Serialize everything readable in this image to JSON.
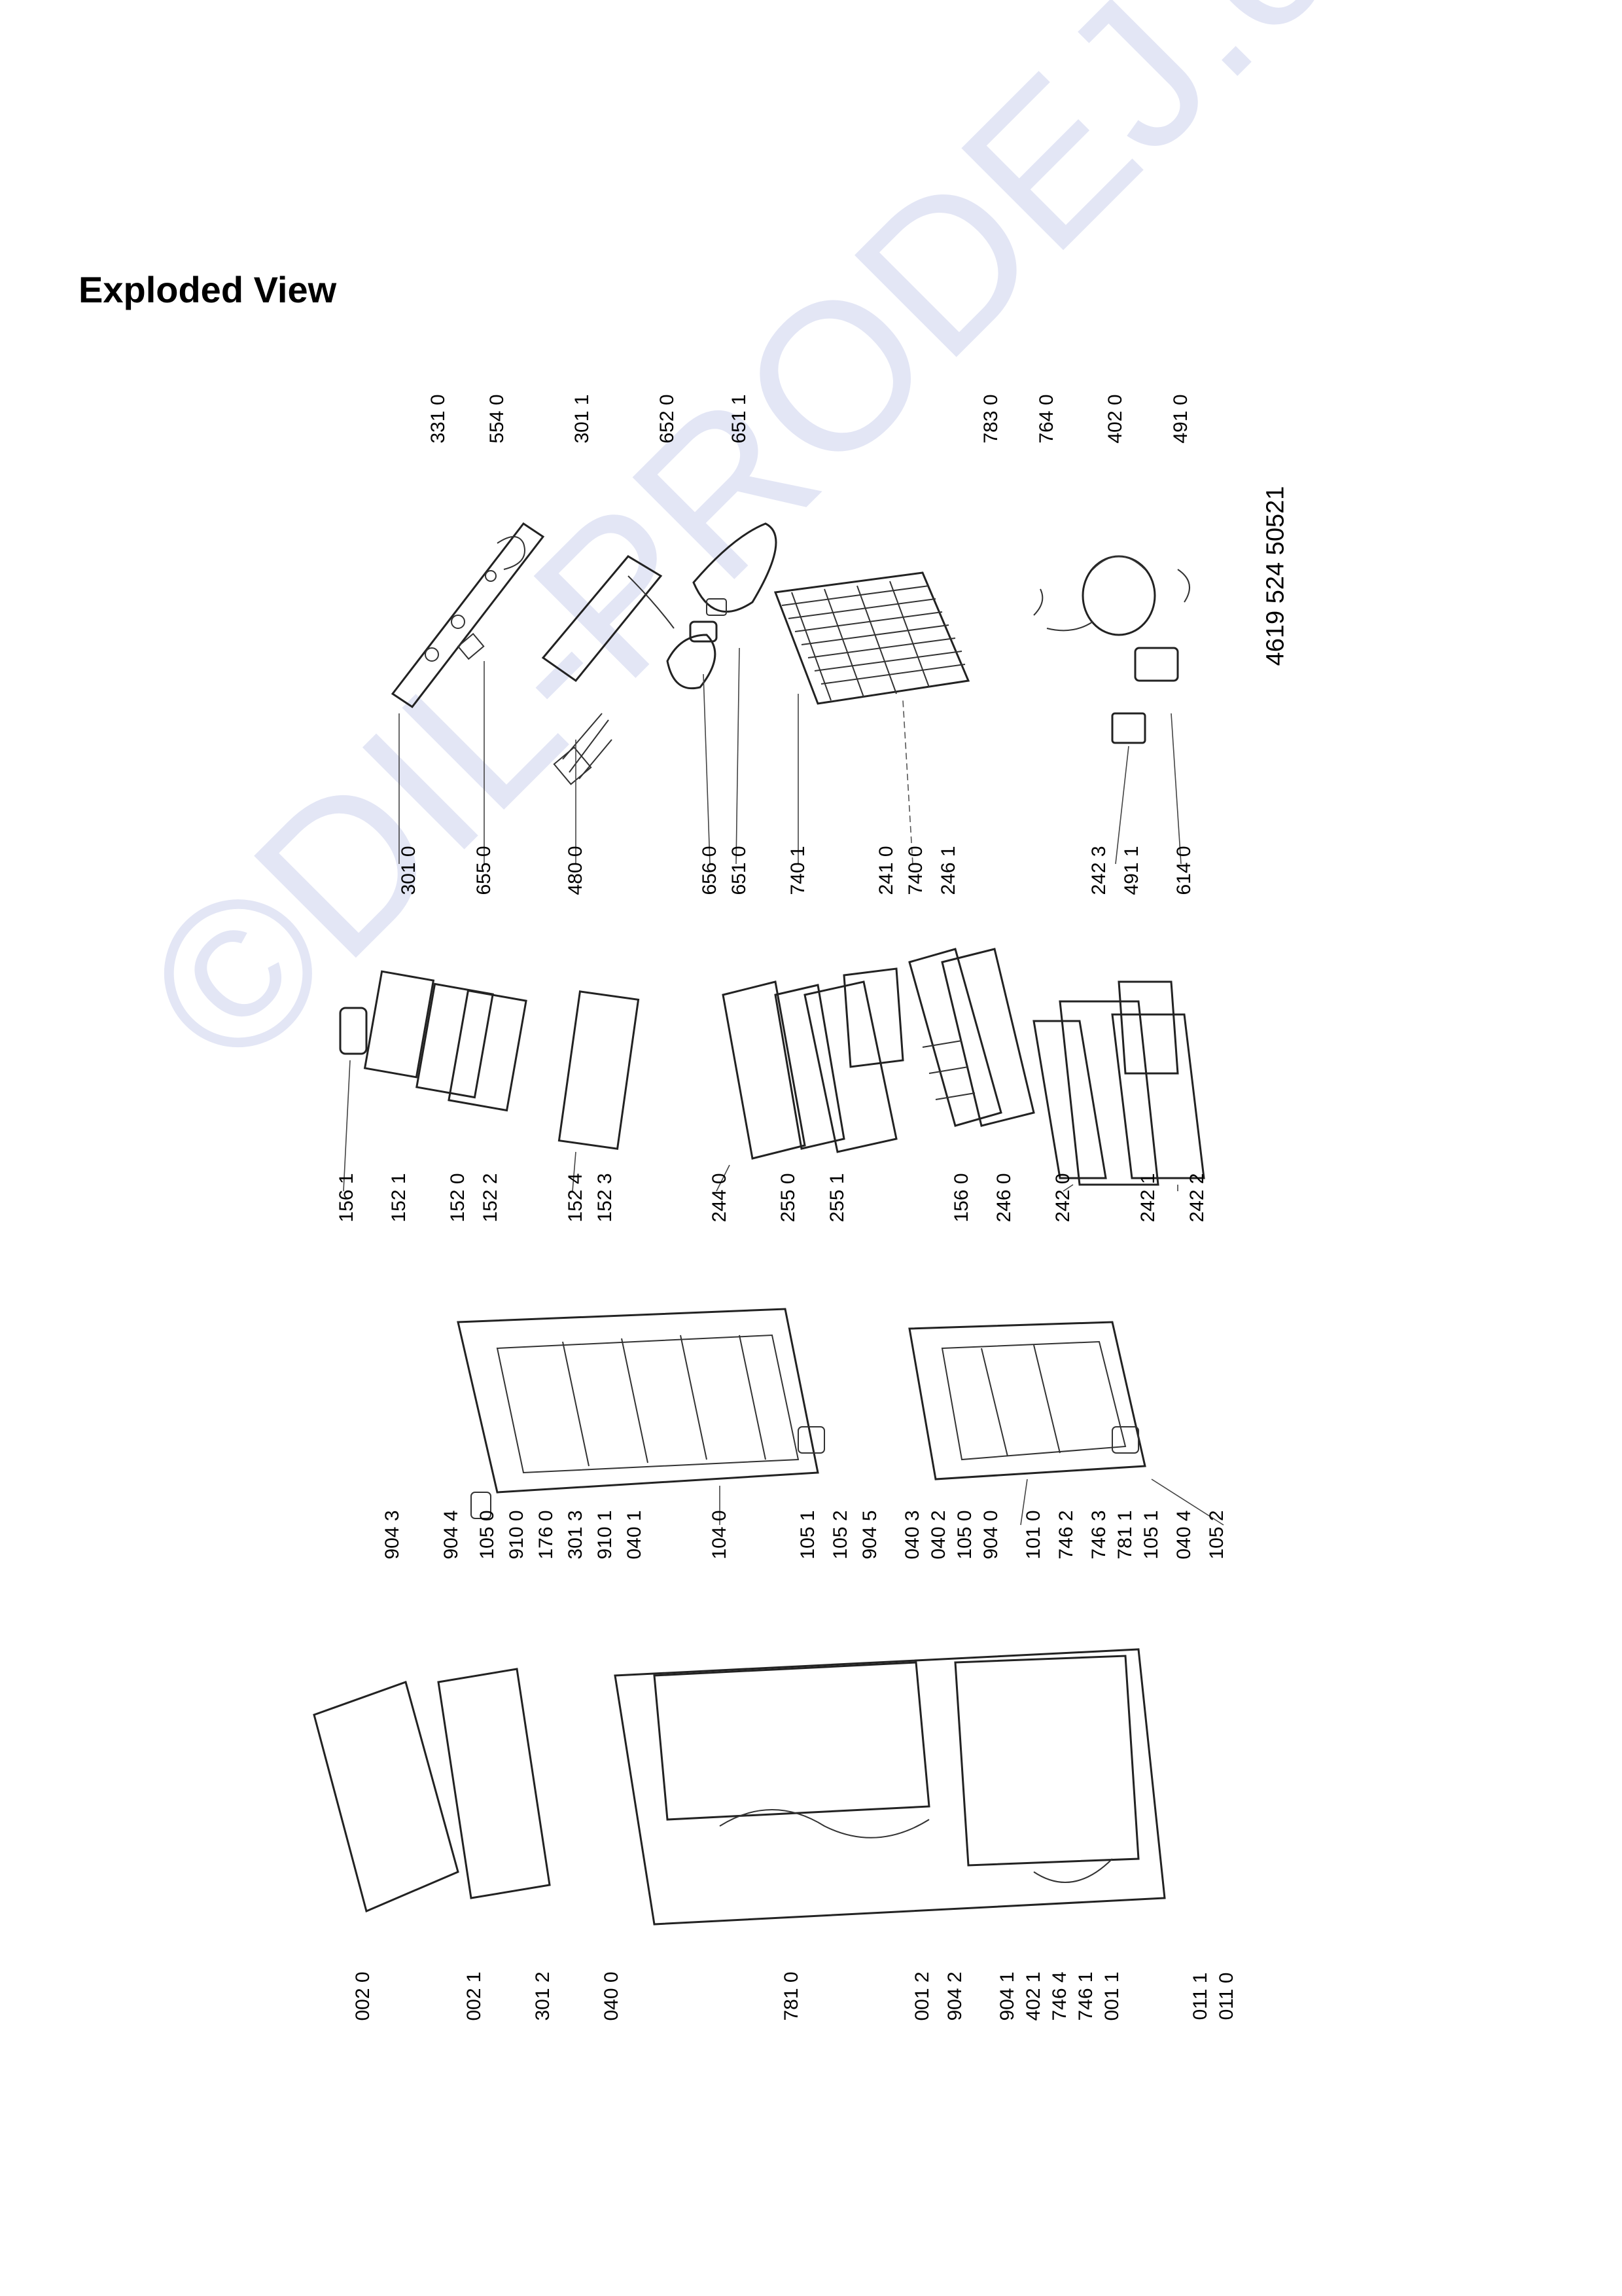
{
  "page": {
    "title": "Exploded View",
    "document_code": "4619 524 50521",
    "watermark": "©DIL-PRODEJ.cz"
  },
  "labels": {
    "g1": [
      "331 0",
      "554 0",
      "301 1",
      "652 0",
      "651 1",
      "783 0",
      "764 0",
      "402 0",
      "491 0"
    ],
    "g2": [
      "301 0",
      "655 0",
      "480 0",
      "656 0",
      "651 0",
      "740 1",
      "241 0",
      "740 0",
      "246 1",
      "242 3",
      "491 1",
      "614 0"
    ],
    "g3": [
      "156 1",
      "152 1",
      "152 0",
      "152 2",
      "152 4",
      "152 3",
      "244 0",
      "255 0",
      "255 1",
      "156 0",
      "246 0",
      "242 0",
      "242 1",
      "242 2"
    ],
    "g4": [
      "904 3",
      "904 4",
      "105 0",
      "910 0",
      "176 0",
      "301 3",
      "910 1",
      "040 1",
      "104 0",
      "105 1",
      "105 2",
      "904 5",
      "040 3",
      "040 2",
      "105 0",
      "904 0",
      "101 0",
      "746 2",
      "746 3",
      "781 1",
      "105 1",
      "040 4",
      "105 2"
    ],
    "g5": [
      "002 0",
      "002 1",
      "301 2",
      "040 0",
      "781 0",
      "001 2",
      "904 2",
      "904 1",
      "402 1",
      "746 4",
      "746 1",
      "001 1",
      "011 1",
      "011 0"
    ]
  }
}
